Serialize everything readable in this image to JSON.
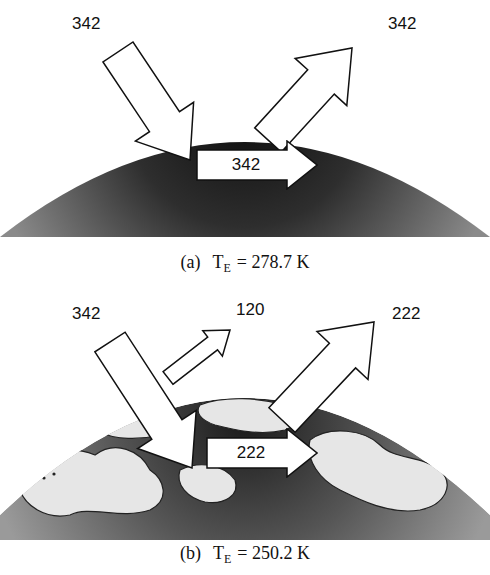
{
  "diagram": {
    "nodes": [
      {
        "text": [
          "342"
        ]
      },
      {
        "text": [
          "222"
        ]
      }
    ],
    "labels": [
      "342",
      "342",
      "(a)",
      "T",
      "E",
      "= 278.7 K",
      "342",
      "120",
      "222",
      "(b)",
      "T",
      "E",
      "= 250.2 K"
    ]
  }
}
